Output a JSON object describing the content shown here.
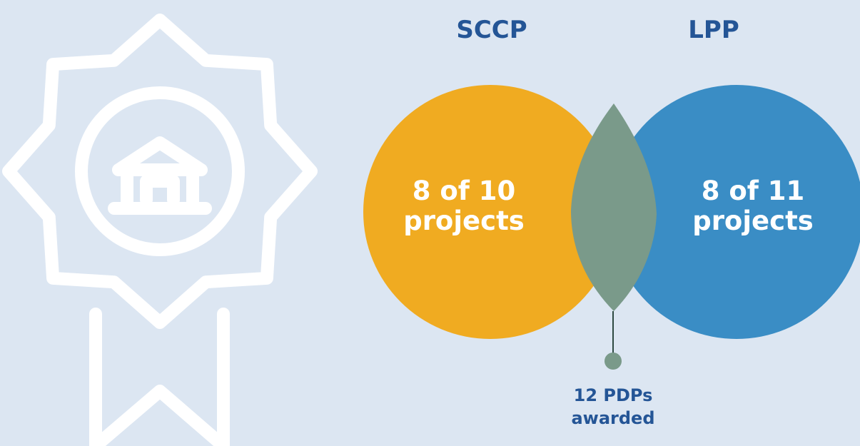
{
  "colors": {
    "background": "#dce6f2",
    "sccp": "#f0ab21",
    "lpp": "#3a8dc5",
    "overlap": "#7a9a8a",
    "title_text": "#245596",
    "icon_stroke": "#ffffff"
  },
  "icon": {
    "name": "award-ribbon-house-icon"
  },
  "venn": {
    "left": {
      "title": "SCCP",
      "line1": "8 of 10",
      "line2": "projects"
    },
    "right": {
      "title": "LPP",
      "line1": "8 of 11",
      "line2": "projects"
    },
    "overlap": {
      "line1": "12 PDPs",
      "line2": "awarded"
    }
  }
}
